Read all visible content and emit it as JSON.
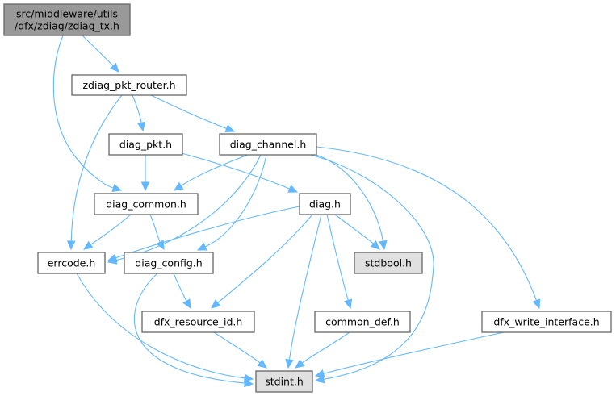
{
  "title": "Include dependency graph for zdiag_tx.h",
  "colors": {
    "root_fill": "#999999",
    "node_fill": "#ffffff",
    "system_fill": "#e0e0e0",
    "border": "#666666",
    "edge": "#63b8ff"
  },
  "nodes": [
    {
      "id": "root",
      "lines": [
        "src/middleware/utils",
        "/dfx/zdiag/zdiag_tx.h"
      ],
      "kind": "root"
    },
    {
      "id": "zdiag_pkt_router",
      "lines": [
        "zdiag_pkt_router.h"
      ],
      "kind": "normal"
    },
    {
      "id": "diag_pkt",
      "lines": [
        "diag_pkt.h"
      ],
      "kind": "normal"
    },
    {
      "id": "diag_channel",
      "lines": [
        "diag_channel.h"
      ],
      "kind": "normal"
    },
    {
      "id": "diag_common",
      "lines": [
        "diag_common.h"
      ],
      "kind": "normal"
    },
    {
      "id": "diag",
      "lines": [
        "diag.h"
      ],
      "kind": "normal"
    },
    {
      "id": "errcode",
      "lines": [
        "errcode.h"
      ],
      "kind": "normal"
    },
    {
      "id": "diag_config",
      "lines": [
        "diag_config.h"
      ],
      "kind": "normal"
    },
    {
      "id": "stdbool",
      "lines": [
        "stdbool.h"
      ],
      "kind": "system"
    },
    {
      "id": "dfx_resource_id",
      "lines": [
        "dfx_resource_id.h"
      ],
      "kind": "normal"
    },
    {
      "id": "common_def",
      "lines": [
        "common_def.h"
      ],
      "kind": "normal"
    },
    {
      "id": "dfx_write_interface",
      "lines": [
        "dfx_write_interface.h"
      ],
      "kind": "normal"
    },
    {
      "id": "stdint",
      "lines": [
        "stdint.h"
      ],
      "kind": "system"
    }
  ],
  "edges": [
    {
      "from": "root",
      "to": "zdiag_pkt_router"
    },
    {
      "from": "root",
      "to": "diag_common"
    },
    {
      "from": "zdiag_pkt_router",
      "to": "diag_pkt"
    },
    {
      "from": "zdiag_pkt_router",
      "to": "diag_channel"
    },
    {
      "from": "zdiag_pkt_router",
      "to": "errcode"
    },
    {
      "from": "diag_pkt",
      "to": "diag_common"
    },
    {
      "from": "diag_pkt",
      "to": "diag"
    },
    {
      "from": "diag_channel",
      "to": "diag_common"
    },
    {
      "from": "diag_channel",
      "to": "errcode"
    },
    {
      "from": "diag_channel",
      "to": "diag_config"
    },
    {
      "from": "diag_channel",
      "to": "stdbool"
    },
    {
      "from": "diag_channel",
      "to": "stdint"
    },
    {
      "from": "diag_channel",
      "to": "dfx_write_interface"
    },
    {
      "from": "diag_common",
      "to": "errcode"
    },
    {
      "from": "diag_common",
      "to": "diag_config"
    },
    {
      "from": "diag",
      "to": "errcode"
    },
    {
      "from": "diag",
      "to": "stdbool"
    },
    {
      "from": "diag",
      "to": "dfx_resource_id"
    },
    {
      "from": "diag",
      "to": "common_def"
    },
    {
      "from": "diag",
      "to": "stdint"
    },
    {
      "from": "errcode",
      "to": "stdint"
    },
    {
      "from": "diag_config",
      "to": "dfx_resource_id"
    },
    {
      "from": "diag_config",
      "to": "stdint"
    },
    {
      "from": "dfx_resource_id",
      "to": "stdint"
    },
    {
      "from": "common_def",
      "to": "stdint"
    },
    {
      "from": "dfx_write_interface",
      "to": "stdint"
    }
  ]
}
